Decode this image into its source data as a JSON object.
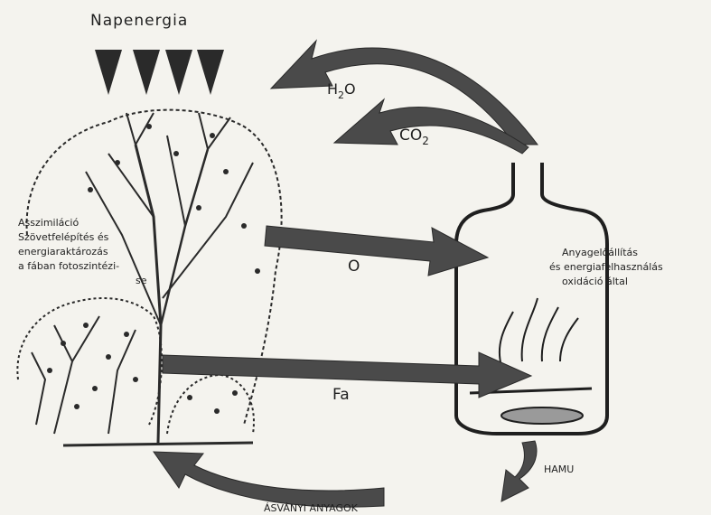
{
  "labels": {
    "sun": "Napenergia",
    "water": "H",
    "water_sub": "2",
    "water_tail": "O",
    "co2_main": "CO",
    "co2_sub": "2",
    "oxygen": "O",
    "wood": "Fa",
    "ash": "HAMU",
    "minerals": "ÁSVÁNYI ANYAGOK",
    "tree_text": [
      "Asszimiláció",
      "Szövetfelépítés és",
      "energiaraktározás",
      "a fában fotoszintézi-",
      "se"
    ],
    "stove_text": [
      "Anyagelőállítás",
      "és energiafelhasználás",
      "oxidáció által"
    ]
  },
  "colors": {
    "ink": "#1f1f1f",
    "paper": "#f4f3ee",
    "arrow_fill": "#4a4a4a"
  }
}
